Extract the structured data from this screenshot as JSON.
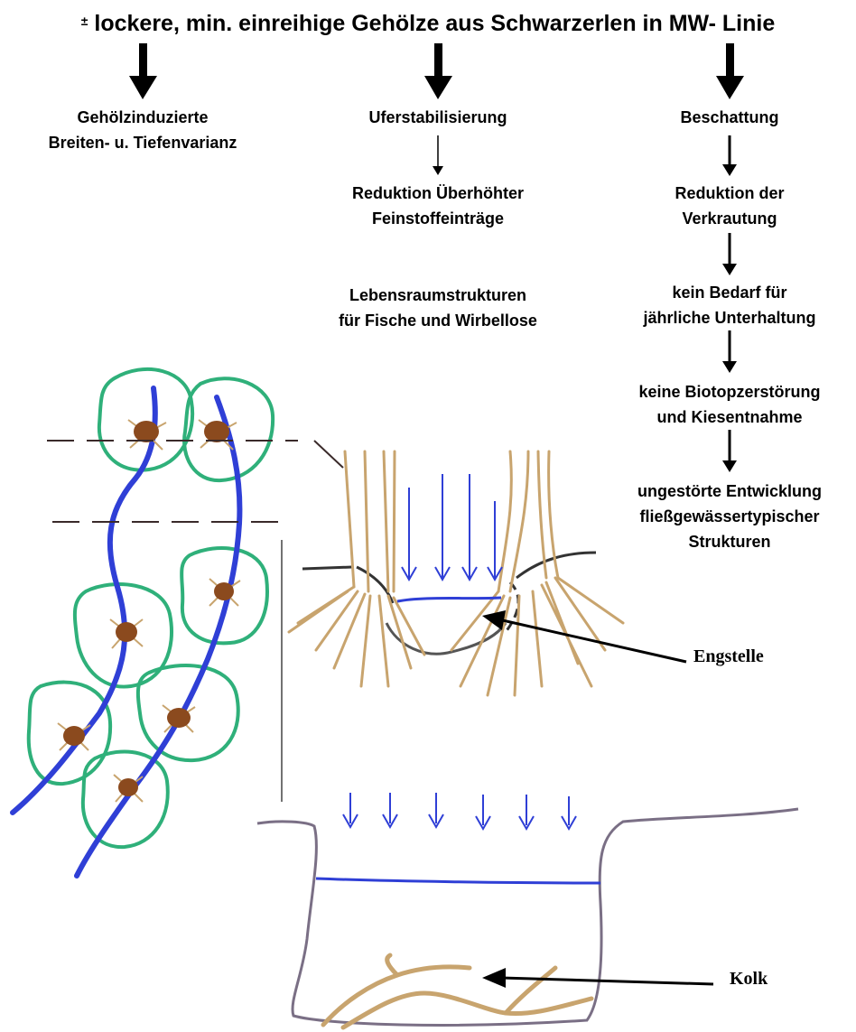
{
  "title": {
    "mark": "±",
    "text": "lockere, min. einreihige Gehölze aus Schwarzerlen in MW- Linie"
  },
  "column1": {
    "line1": "Gehölzinduzierte",
    "line2": "Breiten- u. Tiefenvarianz"
  },
  "column2": {
    "head": "Uferstabilisierung",
    "step1": {
      "line1": "Reduktion Überhöhter",
      "line2": "Feinstoffeinträge"
    },
    "step2": {
      "line1": "Lebensraumstrukturen",
      "line2": "für Fische und Wirbellose"
    }
  },
  "column3": {
    "head": "Beschattung",
    "step1": {
      "line1": "Reduktion der",
      "line2": "Verkrautung"
    },
    "step2": {
      "line1": "kein Bedarf für",
      "line2": "jährliche Unterhaltung"
    },
    "step3": {
      "line1": "keine Biotopzerstörung",
      "line2": "und Kiesentnahme"
    },
    "step4": {
      "line1": "ungestörte Entwicklung",
      "line2": "fließgewässertypischer",
      "line3": "Strukturen"
    }
  },
  "labels": {
    "narrow": "Engstelle",
    "pool": "Kolk"
  },
  "colors": {
    "water": "#2f3fd6",
    "crown": "#2fb07a",
    "root": "#c8a46e",
    "trunk": "#8b4a1e",
    "bank": "#7a6f85"
  }
}
